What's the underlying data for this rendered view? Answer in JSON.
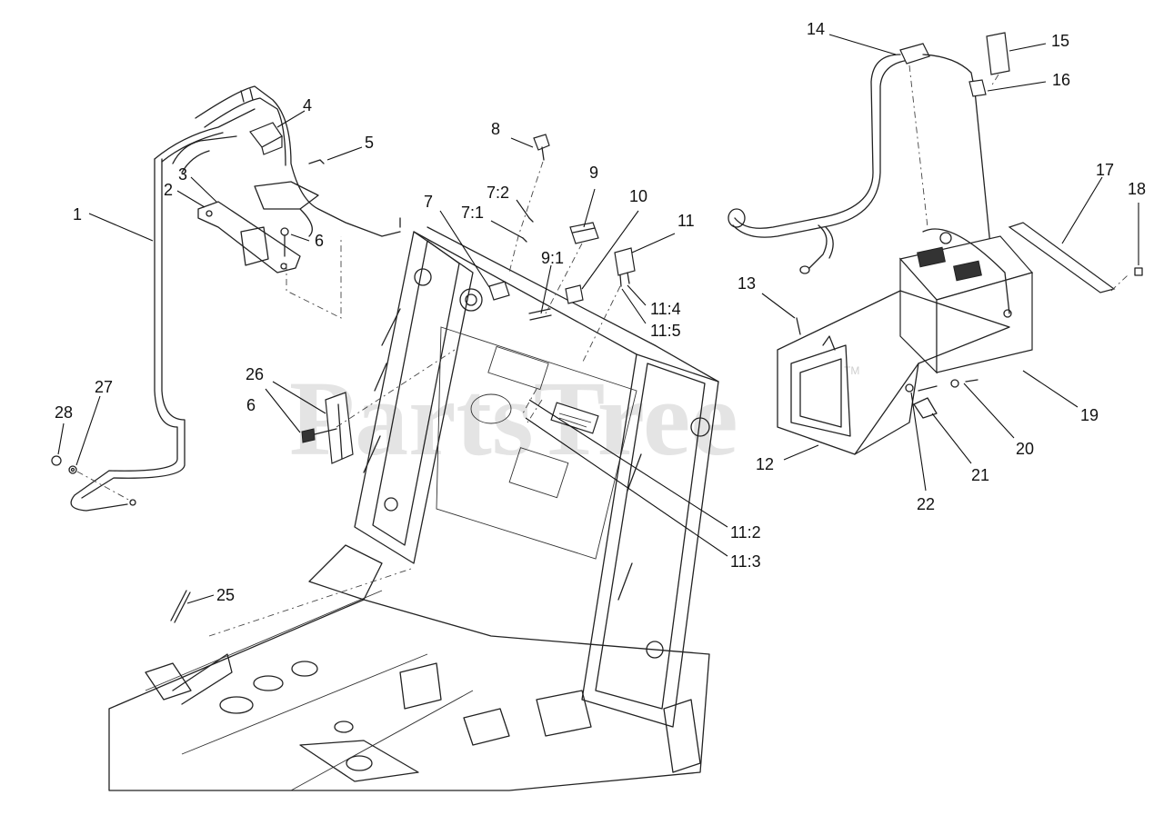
{
  "watermark": "PartsTree",
  "watermark_tm": "TM",
  "callouts": [
    "1",
    "2",
    "3",
    "4",
    "5",
    "6",
    "6",
    "7",
    "7:2",
    "7:1",
    "8",
    "9",
    "9:1",
    "10",
    "11",
    "11:4",
    "11:5",
    "11:2",
    "11:3",
    "12",
    "13",
    "14",
    "15",
    "16",
    "17",
    "18",
    "19",
    "20",
    "21",
    "22",
    "25",
    "26",
    "27",
    "28"
  ]
}
